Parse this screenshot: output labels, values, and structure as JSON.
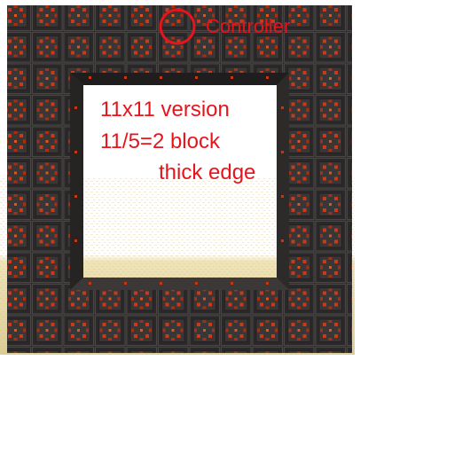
{
  "annotations": {
    "controller_label": "Controller",
    "note_line_1": "11x11 version",
    "note_line_2": "11/5=2 block",
    "note_line_3": "thick edge"
  },
  "scene": {
    "structure": "ring of redstone-lamp style blocks (2 blocks thick edge) seen from front",
    "block_icon": "redstone-block-icon",
    "controller_marker": "red-circle-icon"
  },
  "colors": {
    "annotation_red": "#e8141c",
    "sky": "#ffffff",
    "sand_light": "#e9dcae",
    "sand_dark": "#d8c98f",
    "block_dark": "#2c2a2a",
    "block_mid": "#3b3838",
    "block_ember": "#d9411b"
  }
}
